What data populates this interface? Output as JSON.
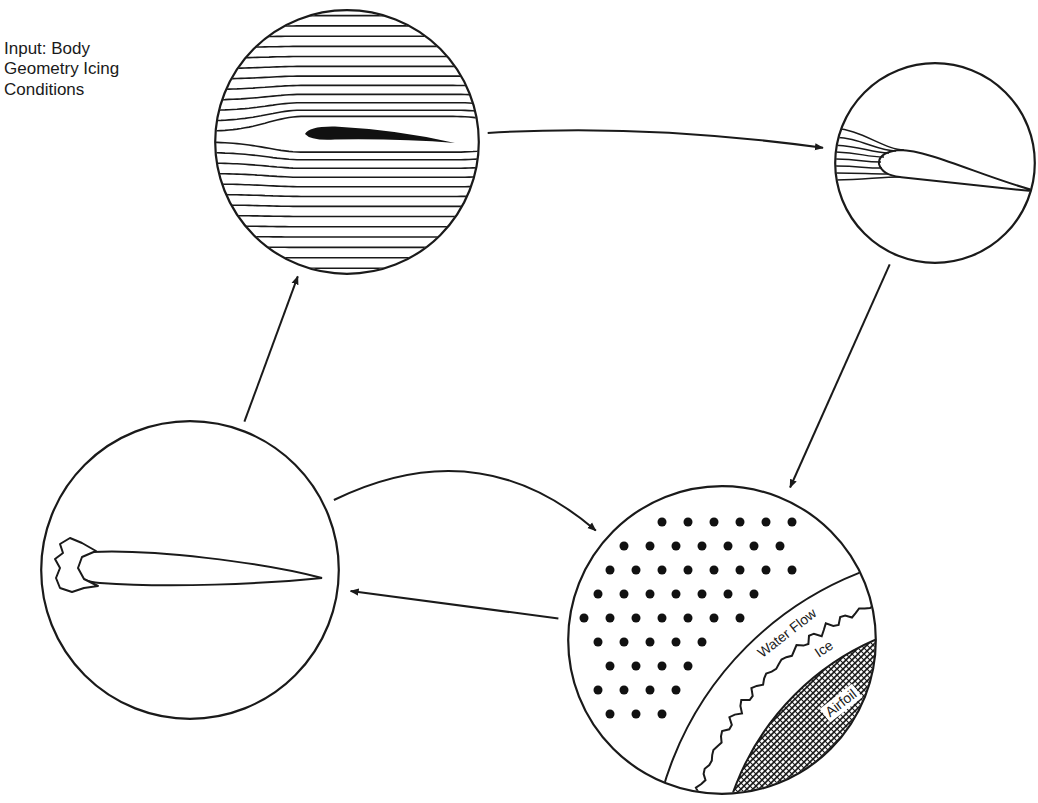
{
  "diagram": {
    "nodes": [
      {
        "text": [
          "Input: Body Geometry Icing Conditions"
        ]
      },
      {
        "text": []
      },
      {
        "text": [
          "Water Flow",
          "Ice",
          "Airfoil"
        ]
      },
      {
        "text": []
      }
    ],
    "edges": [
      {
        "from": 0,
        "to": 1,
        "arrow": "to"
      },
      {
        "from": 1,
        "to": 2,
        "arrow": "to"
      },
      {
        "from": 2,
        "to": 3,
        "arrow": "to"
      },
      {
        "from": 3,
        "to": 0,
        "arrow": "to"
      },
      {
        "from": 3,
        "to": 2,
        "arrow": "to"
      }
    ]
  }
}
